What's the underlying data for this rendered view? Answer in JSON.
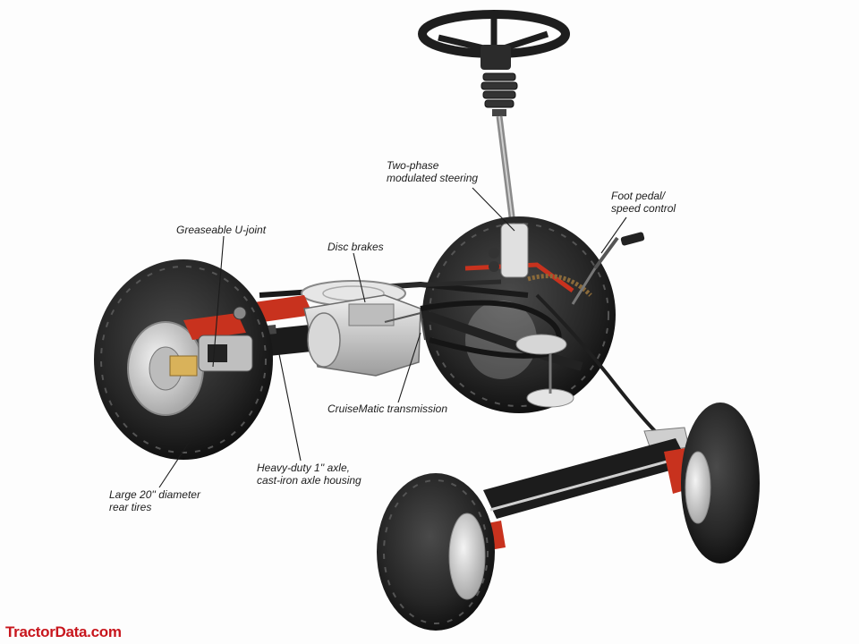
{
  "labels": {
    "steering": [
      "Two-phase",
      "modulated steering"
    ],
    "foot_pedal": [
      "Foot pedal/",
      "speed control"
    ],
    "u_joint": [
      "Greaseable U-joint"
    ],
    "disc_brakes": [
      "Disc brakes"
    ],
    "transmission": [
      "CruiseMatic  transmission"
    ],
    "axle": [
      "Heavy-duty 1'' axle,",
      "cast-iron axle housing"
    ],
    "tires": [
      "Large 20'' diameter",
      "rear tires"
    ]
  },
  "watermark": "TractorData.com",
  "colors": {
    "tire": "#2a2a2a",
    "rim": "#d9d9d9",
    "accent_red": "#c8321e",
    "watermark": "#c8161d"
  }
}
